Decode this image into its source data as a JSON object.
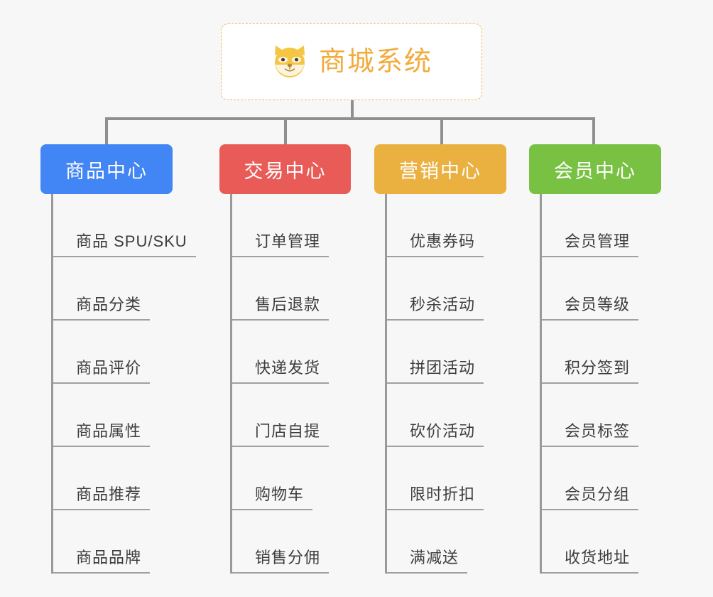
{
  "diagram": {
    "background_color": "#f7f7f7",
    "connector_color": "#8f8f8f",
    "root": {
      "title": "商城系统",
      "icon": "shiba-dog-face-emoji",
      "text_color": "#f2ab3c",
      "border_color": "#efb85c",
      "border_style": "dashed"
    },
    "categories": [
      {
        "label": "商品中心",
        "color": "#4285f4",
        "items": [
          "商品 SPU/SKU",
          "商品分类",
          "商品评价",
          "商品属性",
          "商品推荐",
          "商品品牌"
        ]
      },
      {
        "label": "交易中心",
        "color": "#e95b57",
        "items": [
          "订单管理",
          "售后退款",
          "快递发货",
          "门店自提",
          "购物车",
          "销售分佣"
        ]
      },
      {
        "label": "营销中心",
        "color": "#eab040",
        "items": [
          "优惠券码",
          "秒杀活动",
          "拼团活动",
          "砍价活动",
          "限时折扣",
          "满减送"
        ]
      },
      {
        "label": "会员中心",
        "color": "#78c142",
        "items": [
          "会员管理",
          "会员等级",
          "积分签到",
          "会员标签",
          "会员分组",
          "收货地址"
        ]
      }
    ]
  }
}
